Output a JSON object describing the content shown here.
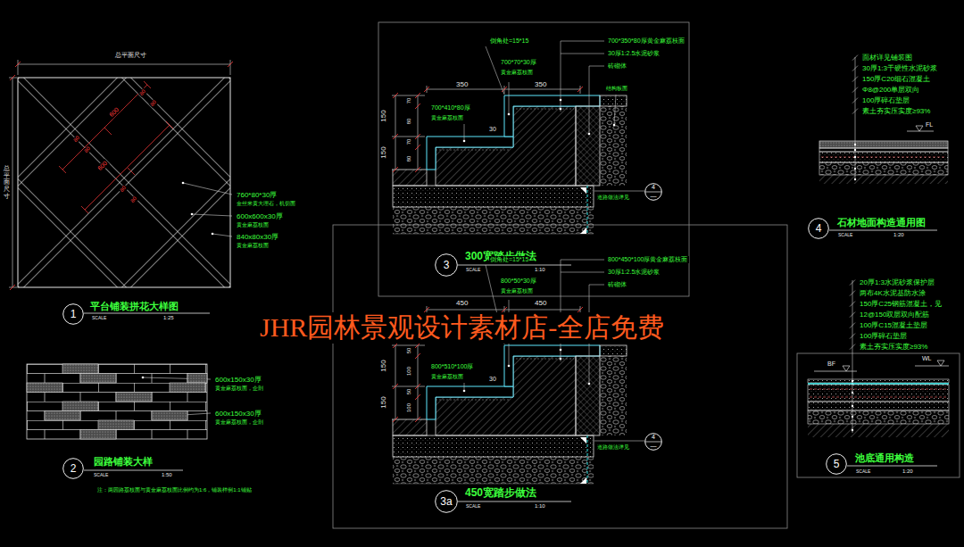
{
  "diagram": {
    "nodes": [
      {
        "text": [
          "1"
        ]
      },
      {
        "text": [
          "3"
        ]
      },
      {
        "text": [
          "4",
          "—"
        ]
      },
      {
        "text": [
          "4"
        ]
      },
      {
        "text": [
          "2"
        ]
      },
      {
        "text": [
          "3a"
        ]
      },
      {
        "text": [
          "4",
          "—"
        ]
      },
      {
        "text": [
          "5"
        ]
      }
    ],
    "labels": [
      "总平面尺寸",
      "总平面尺寸",
      "80",
      "80",
      "600",
      "80",
      "80",
      "600",
      "80",
      "80",
      "760*80*30厚",
      "金丝米黄大理石，机切面",
      "600x600x30厚",
      "黄金麻荔枝面",
      "840x80x30厚",
      "黄金麻荔枝面",
      "平台铺装拼花大样图",
      "SCALE",
      "1:25",
      "600x150x30厚",
      "黄金麻荔枝面，企剖",
      "600x150x30厚",
      "黄金麻荔枝面，企剖",
      "园路铺装大样",
      "SCALE",
      "1:50",
      "注：两园路荔枝面与黄金麻荔枝面比例约为1:6，铺装样例1:1铺贴",
      "倒角处=15*15",
      "700*350*80厚黄金麻荔枝面",
      "30厚1:2.5水泥砂浆",
      "700*70*30厚",
      "黄金麻荔枝面",
      "砖砌体",
      "350",
      "350",
      "结构板面",
      "700*410*80厚",
      "黄金麻荔枝面",
      "30",
      "150",
      "150",
      "70",
      "80",
      "70",
      "80",
      "道路做法详见",
      "300宽踏步做法",
      "SCALE",
      "1:10",
      "JHR园林景观设计素材店-全店免费",
      "倒角处=15*15",
      "800*450*100厚黄金麻荔枝面",
      "30厚1:2.5水泥砂浆",
      "800*50*30厚",
      "黄金麻荔枝面",
      "砖砌体",
      "450",
      "450",
      "800*510*100厚",
      "黄金麻荔枝面",
      "30",
      "150",
      "150",
      "50",
      "100",
      "50",
      "100",
      "道路做法详见",
      "450宽踏步做法",
      "SCALE",
      "1:10",
      "面材详见铺装图",
      "30厚1:3干硬性水泥砂浆",
      "150厚C20细石混凝土",
      "Φ8@200单层双向",
      "100厚碎石垫层",
      "素土夯实压实度≥93%",
      "FL",
      "石材地面构造通用图",
      "SCALE",
      "1:20",
      "20厚1:3水泥砂浆保护层",
      "两布4K水泥基防水涂",
      "150厚C25钢筋混凝土，见",
      "12@150双层双向配筋",
      "100厚C15混凝土垫层",
      "100厚碎石垫层",
      "素土夯实压实度≥93%",
      "BF",
      "WL",
      "池底通用构造",
      "SCALE",
      "1:20"
    ]
  }
}
